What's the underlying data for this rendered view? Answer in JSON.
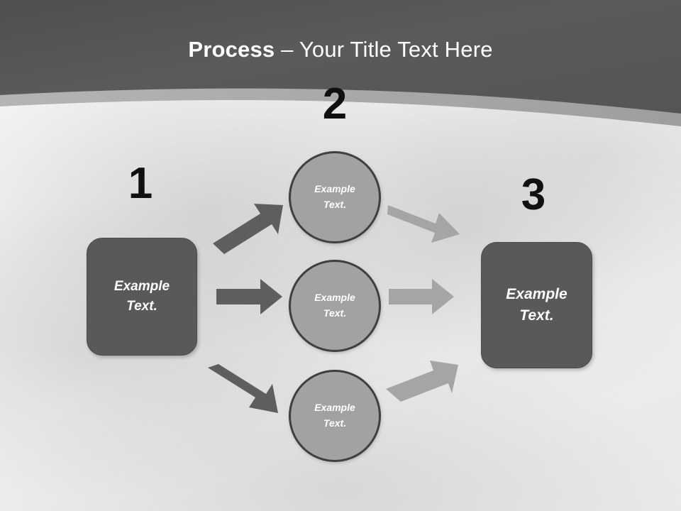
{
  "slide": {
    "title_strong": "Process",
    "title_rest": " – Your Title Text Here",
    "header_color": "#555555",
    "accent_dark": "#595959",
    "accent_mid": "#a2a2a2",
    "arrow_dark": "#5e5e5e",
    "arrow_light": "#a5a5a5"
  },
  "steps": {
    "one": "1",
    "two": "2",
    "three": "3"
  },
  "boxes": {
    "left": {
      "label": "Example\nText."
    },
    "right": {
      "label": "Example\nText."
    }
  },
  "circles": [
    {
      "label": "Example\nText."
    },
    {
      "label": "Example\nText."
    },
    {
      "label": "Example\nText."
    }
  ],
  "arrows": {
    "in_up": "arrow-up-right-icon",
    "in_straight": "arrow-right-icon",
    "in_down": "arrow-down-right-icon",
    "out_down": "arrow-down-right-icon",
    "out_straight": "arrow-right-icon",
    "out_up": "arrow-up-right-icon"
  }
}
